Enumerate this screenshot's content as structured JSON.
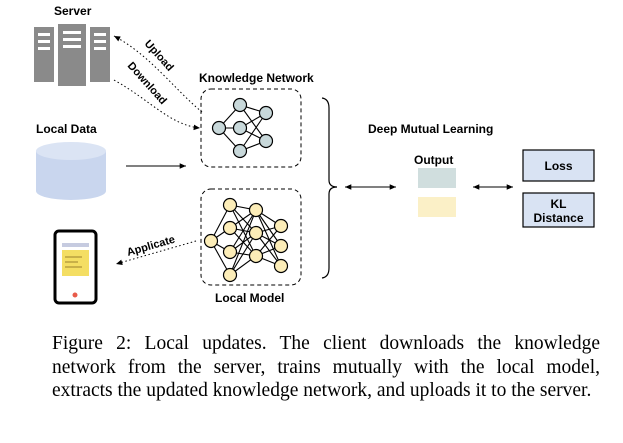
{
  "diagram": {
    "server_label": "Server",
    "upload_label": "Upload",
    "download_label": "Download",
    "knowledge_network_label": "Knowledge Network",
    "local_data_label": "Local Data",
    "deep_mutual_learning_label": "Deep Mutual Learning",
    "output_label": "Output",
    "loss_label": "Loss",
    "kl_label_line1": "KL",
    "kl_label_line2": "Distance",
    "applicate_label": "Applicate",
    "local_model_label": "Local Model",
    "colors": {
      "server": "#8a8a8a",
      "database": "#c9d6ee",
      "output_top": "#d0dede",
      "output_bottom": "#fbf0c7",
      "loss_box": "#d9e3f3",
      "knowledge_node": "#c8d8da",
      "local_node": "#fcedb8",
      "phone_screen_top": "#c6cbe0",
      "phone_screen_card": "#f4de63",
      "phone_button": "#e85b4a"
    },
    "icons": [
      "server-icon",
      "database-icon",
      "smartphone-icon"
    ]
  },
  "caption": "Figure 2: Local updates. The client downloads the knowledge network from the server, trains mutually with the local model, extracts the updated knowledge network, and uploads it to the server."
}
